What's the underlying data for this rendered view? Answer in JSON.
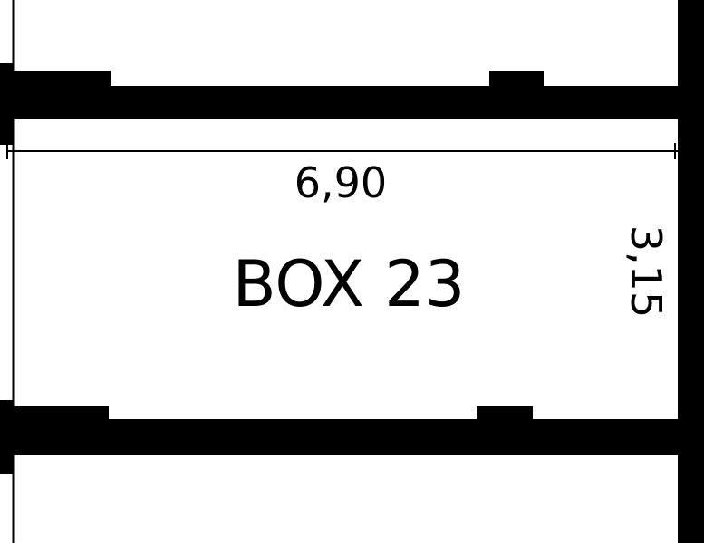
{
  "box": {
    "label": "BOX 23",
    "width_dimension": "6,90",
    "depth_dimension": "3,15"
  },
  "colors": {
    "ink": "#000000",
    "paper": "#ffffff"
  }
}
